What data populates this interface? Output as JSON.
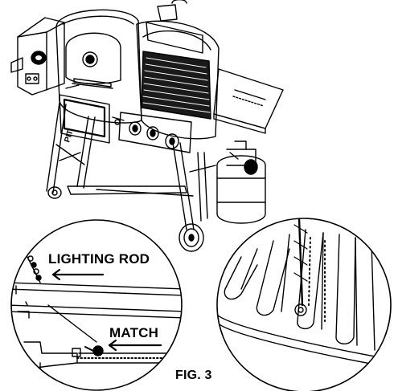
{
  "labels": {
    "lighting_rod": "LIGHTING ROD",
    "match": "MATCH",
    "figure": "FIG. 3"
  },
  "brand_text": "PIT",
  "colors": {
    "line": "#000000",
    "background": "#ffffff",
    "grate": "#1a1a1a"
  }
}
